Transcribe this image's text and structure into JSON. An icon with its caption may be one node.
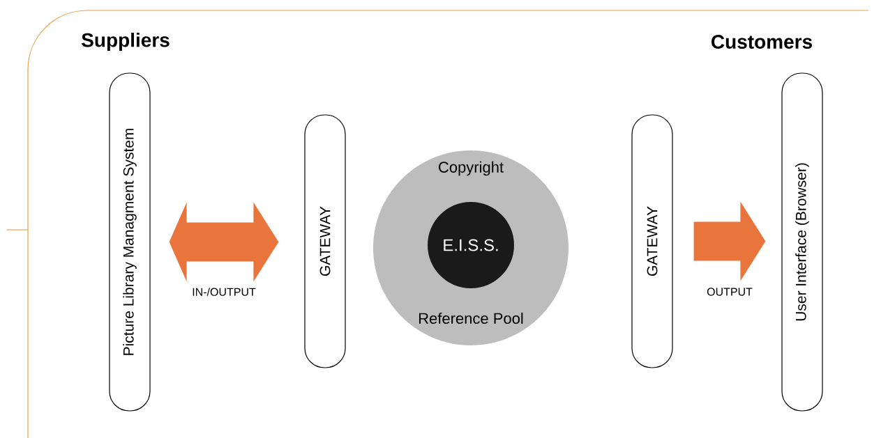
{
  "diagram": {
    "nodes": [
      {
        "text": [
          "Picture Library Managment System"
        ]
      },
      {
        "text": [
          "GATEWAY"
        ]
      },
      {
        "text": [
          "Copyright",
          "Reference Pool"
        ]
      },
      {
        "text": [
          "E.I.S.S."
        ],
        "in": 2
      },
      {
        "text": [
          "GATEWAY"
        ]
      },
      {
        "text": [
          "User Interface (Browser)"
        ]
      }
    ],
    "edges": [
      {
        "from": 0,
        "to": 1,
        "arrow": "both",
        "label": "IN-/OUTPUT"
      },
      {
        "from": 4,
        "to": 5,
        "arrow": "to",
        "label": "OUTPUT"
      }
    ],
    "labels": [
      "Suppliers",
      "Customers"
    ]
  }
}
